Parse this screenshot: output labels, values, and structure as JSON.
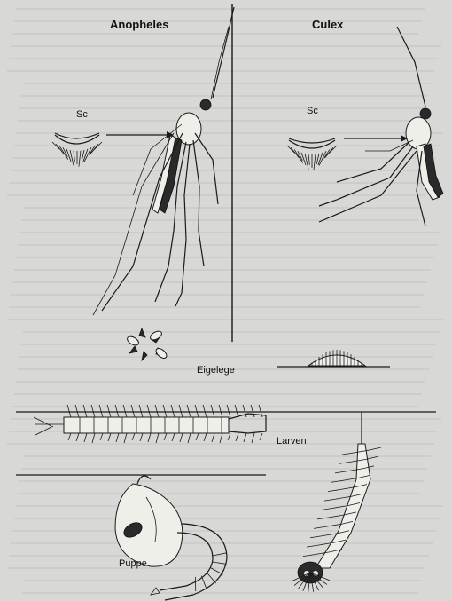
{
  "labels": {
    "anopheles": "Anopheles",
    "culex": "Culex",
    "sc_left": "Sc",
    "sc_right": "Sc",
    "eigelege": "Eigelege",
    "larven": "Larven",
    "puppe": "Puppe"
  },
  "colors": {
    "background": "#d8d8d6",
    "ink": "#1a1a1a"
  }
}
